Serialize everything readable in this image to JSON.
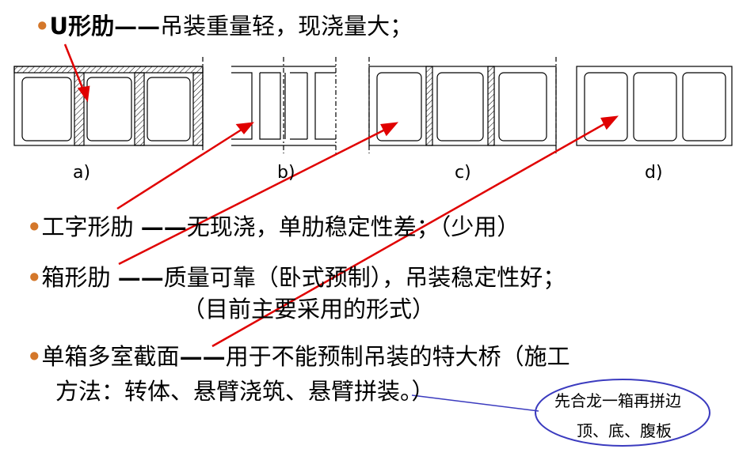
{
  "colors": {
    "bullet": "#d4772a",
    "arrow": "#e00000",
    "ellipse": "#3b3bbf",
    "text": "#000000"
  },
  "bullets": {
    "u_rib": {
      "head": "U形肋",
      "dash": "——",
      "text": "吊装重量轻，现浇量大；"
    },
    "i_rib": {
      "head": "工字形肋 ",
      "dash": "——",
      "text": "无现浇，单肋稳定性差；（少用）"
    },
    "box_rib": {
      "head": "箱形肋 ",
      "dash": "——",
      "text": "质量可靠（卧式预制），吊装稳定性好；",
      "line2": "（目前主要采用的形式）"
    },
    "multi_cell": {
      "head": "单箱多室截面",
      "dash": "——",
      "text": "用于不能预制吊装的特大桥（施工",
      "line2": "方法：转体、悬臂浇筑、悬臂拼装。）"
    }
  },
  "diagram_labels": [
    "a)",
    "b)",
    "c)",
    "d)"
  ],
  "note": {
    "line1": "先合龙一箱再拼边",
    "line2": "顶、底、腹板"
  }
}
